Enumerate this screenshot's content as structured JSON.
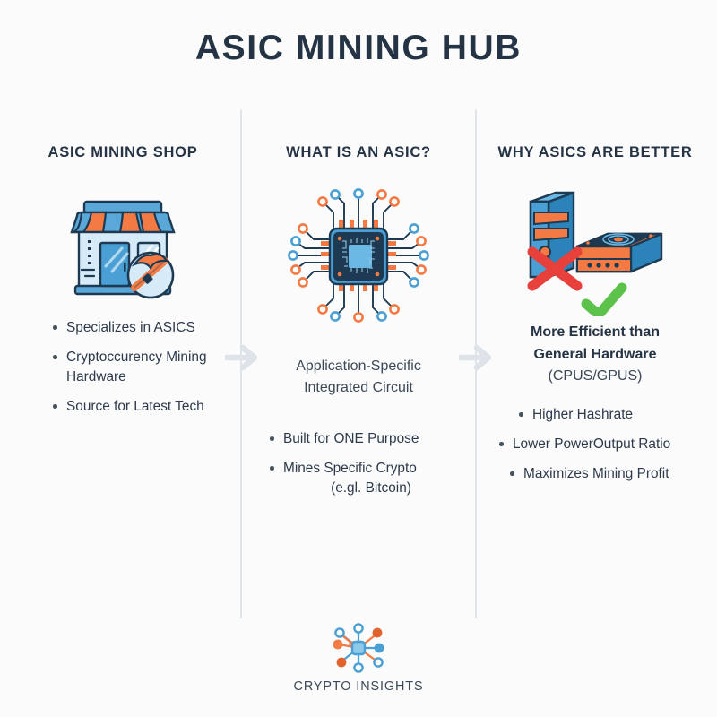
{
  "poster": {
    "title": "ASIC MINING HUB",
    "background_color": "#fbfbfc",
    "title_color": "#253445",
    "divider_color": "#dfe5ea"
  },
  "palette": {
    "navy": "#253445",
    "blue": "#4a9fd4",
    "blue_dark": "#2b6f9e",
    "blue_deep": "#1d3a52",
    "orange": "#f47a43",
    "orange_dark": "#e0632c",
    "red": "#e8403a",
    "green": "#5cc24a",
    "gray_arrow": "#dde3e8",
    "text": "#2d3a4b"
  },
  "columns": [
    {
      "id": "asic-mining-shop",
      "heading": "ASIC MINING SHOP",
      "icon": "storefront-with-pickaxe-icon",
      "bullets": [
        "Specializes in ASICS",
        "Cryptoccurency Mining Hardware",
        "Source for Latest Tech"
      ]
    },
    {
      "id": "what-is-an-asic",
      "heading": "WHAT IS AN ASIC?",
      "icon": "microchip-circuit-icon",
      "lead_line_1": "Application-Specific",
      "lead_line_2": "Integrated Circuit",
      "bullets": [
        "Built for ONE Purpose",
        "Mines Specific Crypto"
      ],
      "bullet_2_sub": "(e.gl. Bitcoin)"
    },
    {
      "id": "why-asics-are-better",
      "heading": "WHY ASICS ARE BETTER",
      "icon": "pc-tower-crossed-asic-miner-checked-icon",
      "lead_line_1": "More Efficient than",
      "lead_line_2": "General Hardware",
      "lead_line_3": "(CPUS/GPUS)",
      "bullets": [
        "Higher Hashrate",
        "Lower PowerOutput Ratio",
        "Maximizes Mining Profit"
      ]
    }
  ],
  "connectors": [
    {
      "id": "arrow-shop-to-asic",
      "icon": "arrow-right-icon"
    },
    {
      "id": "arrow-asic-to-better",
      "icon": "arrow-right-icon"
    }
  ],
  "footer": {
    "logo_icon": "network-nodes-logo-icon",
    "label": "CRYPTO INSIGHTS"
  }
}
